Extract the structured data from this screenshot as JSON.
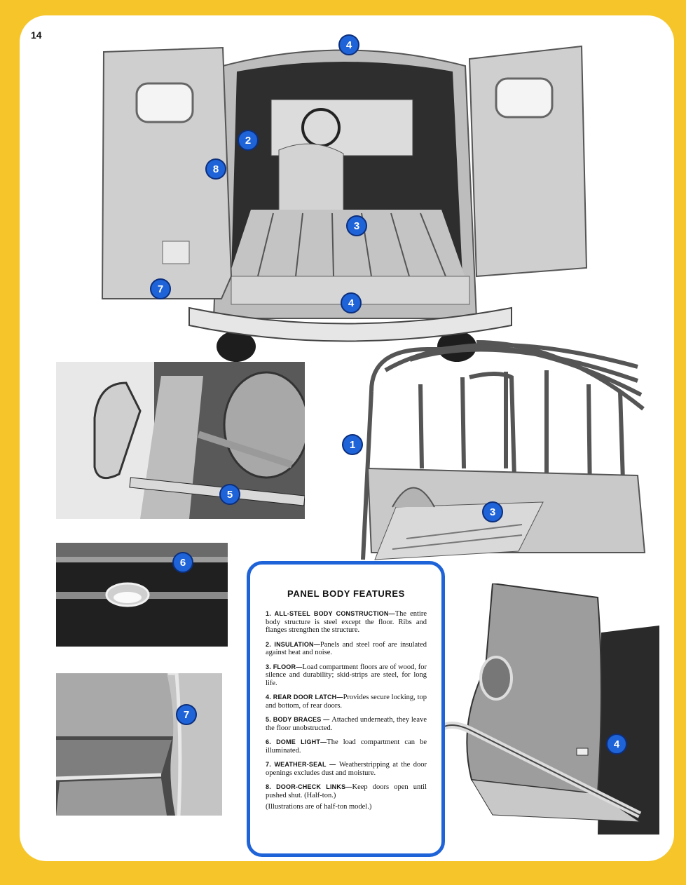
{
  "page_number": "14",
  "callouts": {
    "top": [
      "4",
      "2",
      "8",
      "3",
      "7",
      "4"
    ],
    "braces": "5",
    "frame": [
      "1",
      "3"
    ],
    "dome": "6",
    "weather": "7",
    "latch": "4"
  },
  "features": {
    "title": "PANEL BODY FEATURES",
    "items": [
      {
        "label": "1. ALL-STEEL BODY CONSTRUCTION—",
        "text": "The entire body structure is steel except the floor. Ribs and flanges strengthen the structure."
      },
      {
        "label": "2. INSULATION—",
        "text": "Panels and steel roof are insulated against heat and noise."
      },
      {
        "label": "3. FLOOR—",
        "text": "Load compartment floors are of wood, for silence and durability; skid-strips are steel, for long life."
      },
      {
        "label": "4. REAR DOOR LATCH—",
        "text": "Provides secure locking, top and bottom, of rear doors."
      },
      {
        "label": "5. BODY BRACES — ",
        "text": "Attached underneath, they leave the floor unobstructed."
      },
      {
        "label": "6. DOME LIGHT—",
        "text": "The load compartment can be illuminated."
      },
      {
        "label": "7. WEATHER-SEAL — ",
        "text": "Weatherstripping at the door openings excludes dust and moisture."
      },
      {
        "label": "8. DOOR-CHECK LINKS—",
        "text": "Keep doors open until pushed shut. (Half-ton.)"
      }
    ],
    "note": "(Illustrations are of half-ton model.)"
  },
  "colors": {
    "page_background": "#f6c52a",
    "sheet": "#ffffff",
    "accent": "#1f63d8"
  }
}
